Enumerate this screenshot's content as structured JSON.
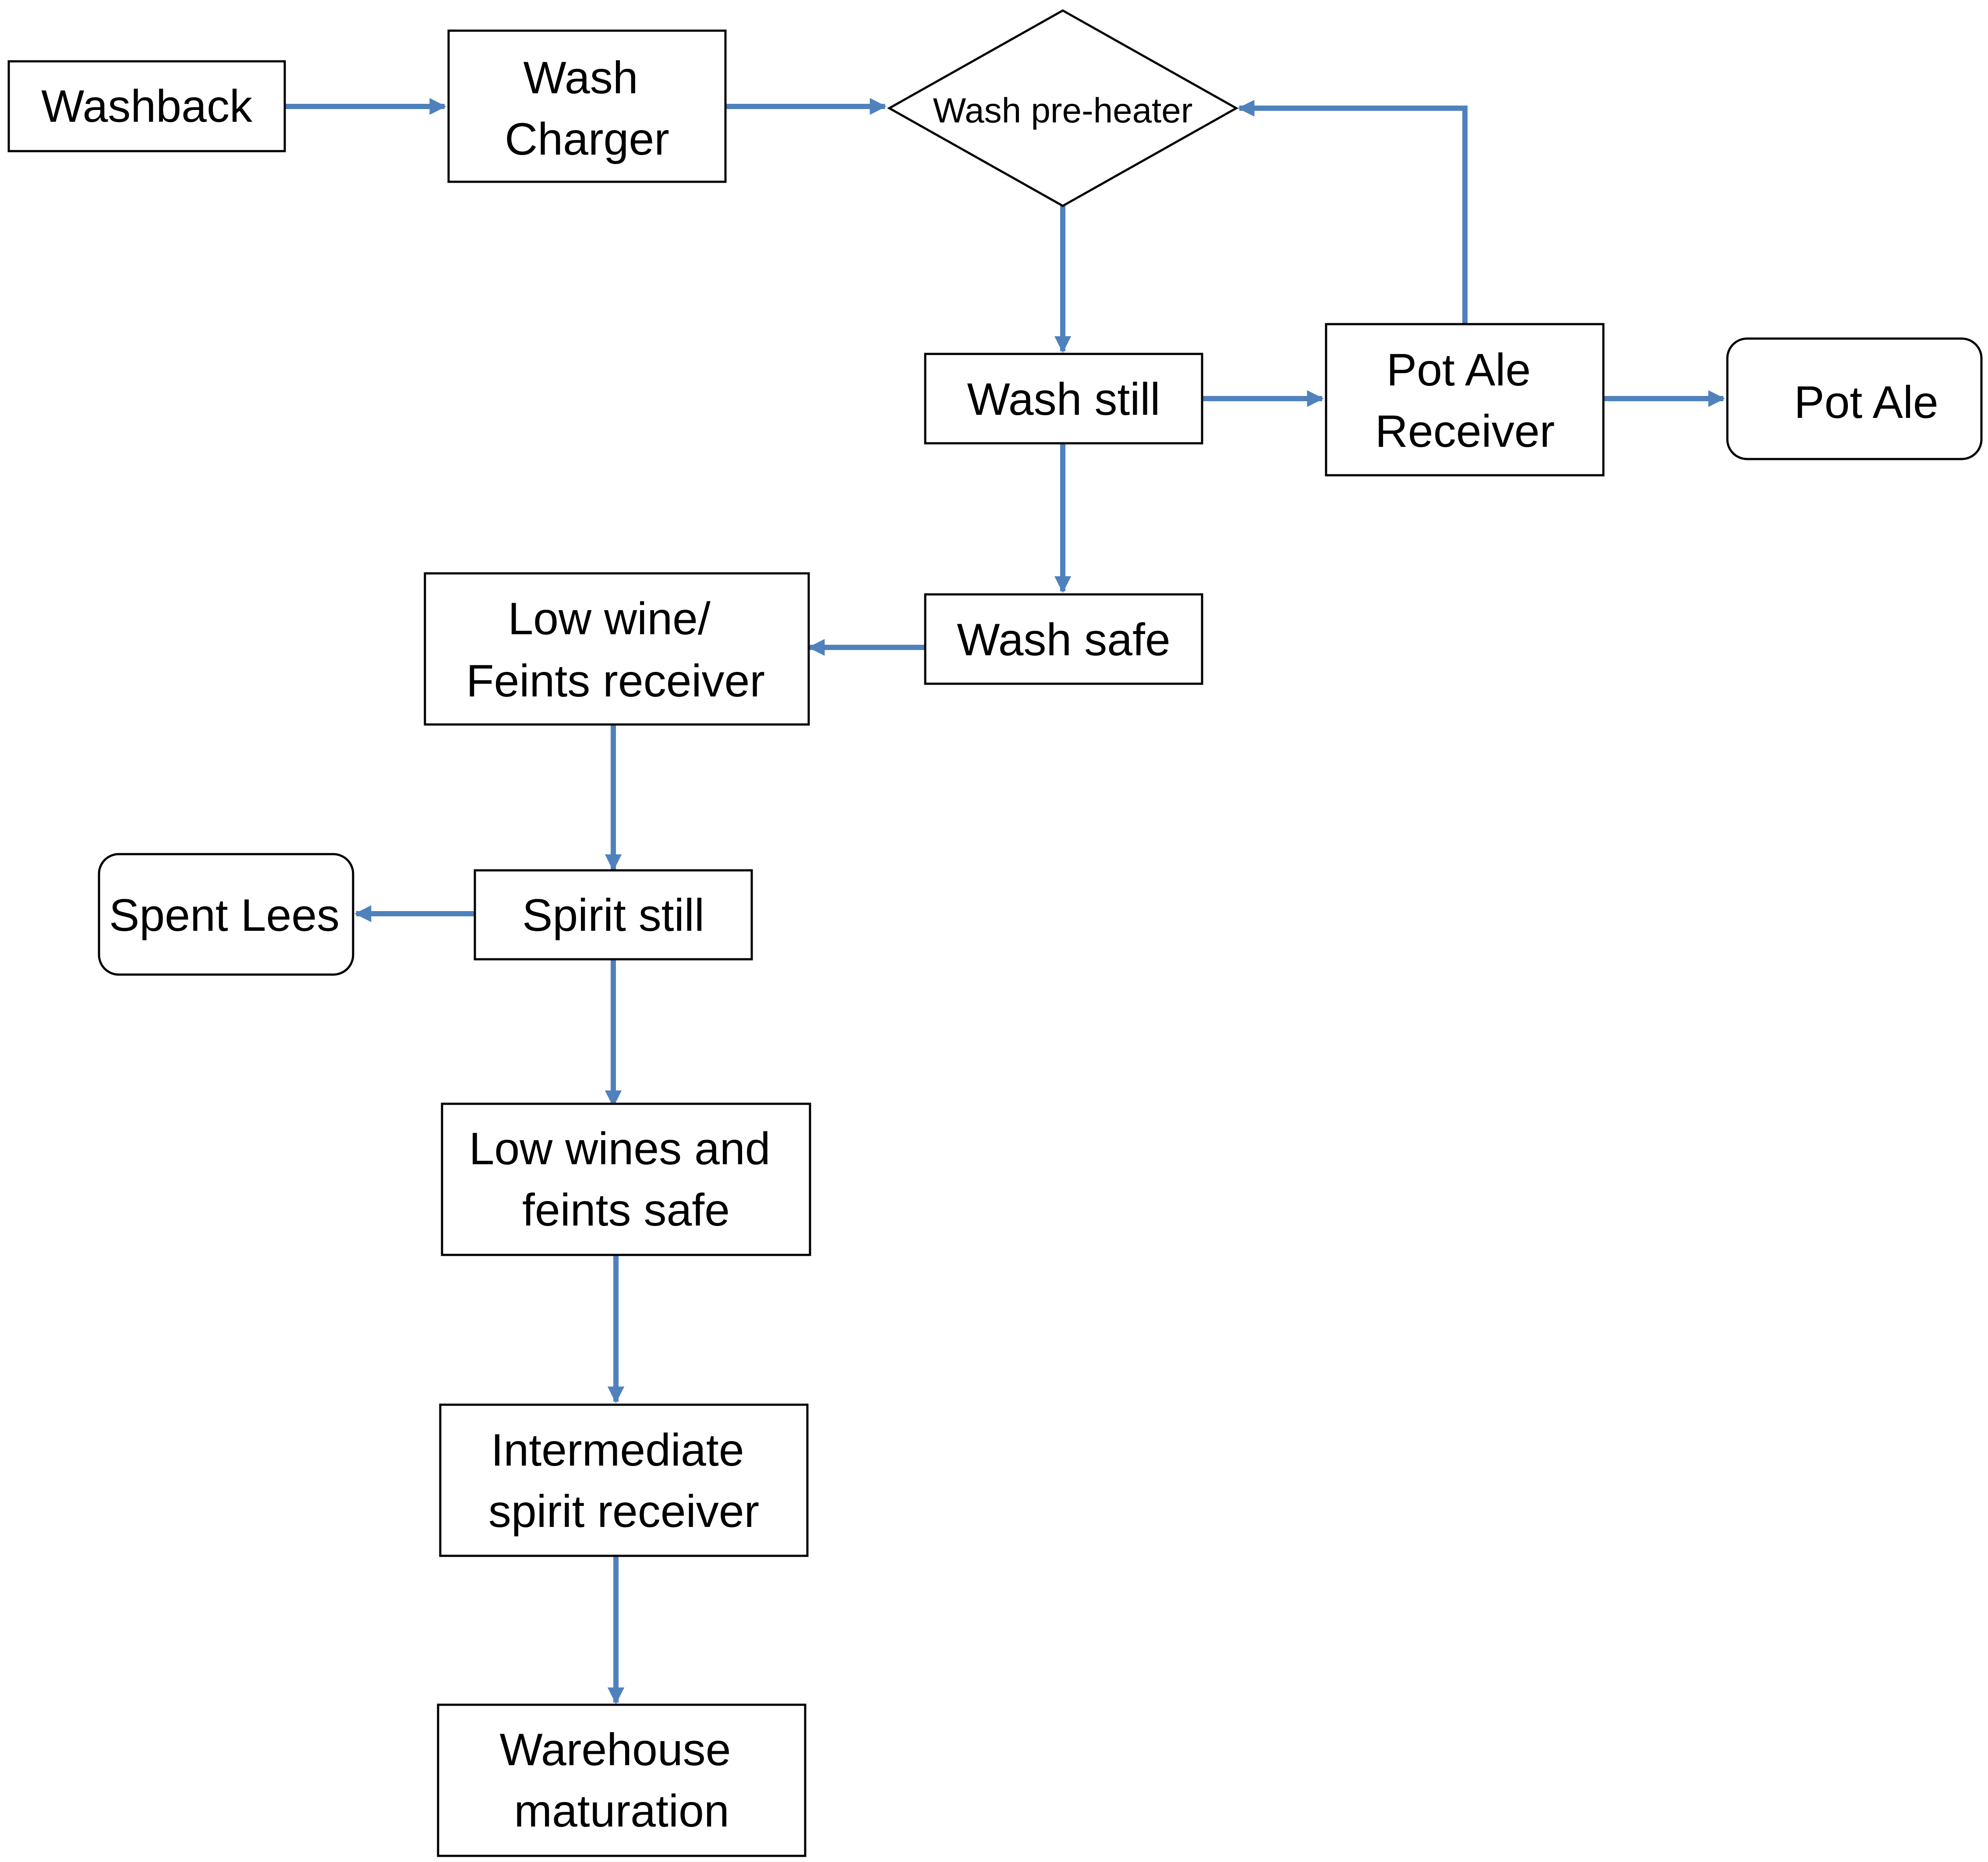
{
  "diagram": {
    "edge_color": "#4f81bd",
    "nodes": {
      "washback": {
        "label": "Washback"
      },
      "wash_charger": {
        "lines": [
          "Wash",
          "Charger"
        ]
      },
      "wash_preheater": {
        "label": "Wash pre-heater"
      },
      "wash_still": {
        "label": "Wash still"
      },
      "pot_ale_receiver": {
        "lines": [
          "Pot Ale",
          "Receiver"
        ]
      },
      "pot_ale": {
        "label": "Pot Ale"
      },
      "wash_safe": {
        "label": "Wash safe"
      },
      "low_wine_feints_receiver": {
        "lines": [
          "Low wine/",
          "Feints receiver"
        ]
      },
      "spirit_still": {
        "label": "Spirit still"
      },
      "spent_lees": {
        "label": "Spent Lees"
      },
      "low_wines_feints_safe": {
        "lines": [
          "Low wines and",
          "feints safe"
        ]
      },
      "intermediate_spirit_receiver": {
        "lines": [
          "Intermediate",
          "spirit receiver"
        ]
      },
      "warehouse_maturation": {
        "lines": [
          "Warehouse",
          "maturation"
        ]
      }
    },
    "edges": [
      {
        "from": "washback",
        "to": "wash_charger"
      },
      {
        "from": "wash_charger",
        "to": "wash_preheater"
      },
      {
        "from": "wash_preheater",
        "to": "wash_still"
      },
      {
        "from": "wash_still",
        "to": "pot_ale_receiver"
      },
      {
        "from": "pot_ale_receiver",
        "to": "pot_ale"
      },
      {
        "from": "pot_ale_receiver",
        "to": "wash_preheater"
      },
      {
        "from": "wash_still",
        "to": "wash_safe"
      },
      {
        "from": "wash_safe",
        "to": "low_wine_feints_receiver"
      },
      {
        "from": "low_wine_feints_receiver",
        "to": "spirit_still"
      },
      {
        "from": "spirit_still",
        "to": "spent_lees"
      },
      {
        "from": "spirit_still",
        "to": "low_wines_feints_safe"
      },
      {
        "from": "low_wines_feints_safe",
        "to": "intermediate_spirit_receiver"
      },
      {
        "from": "intermediate_spirit_receiver",
        "to": "warehouse_maturation"
      }
    ]
  }
}
